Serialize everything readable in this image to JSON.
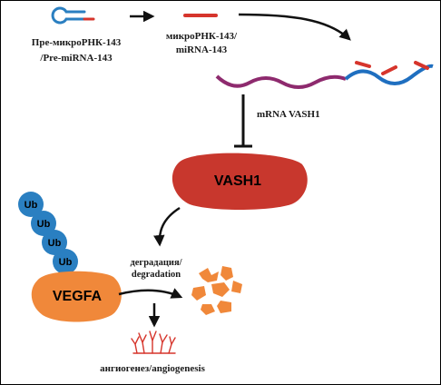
{
  "labels": {
    "pre_mirna_ru": "Пре-микроРНК-143",
    "pre_mirna_en": "/Pre-miRNA-143",
    "mirna_ru": "микроРНК-143/",
    "mirna_en": "miRNA-143",
    "mrna": "mRNA VASH1",
    "vash1": "VASH1",
    "vegfa": "VEGFA",
    "degradation_ru": "деградация/",
    "degradation_en": "degradation",
    "angiogenesis": "ангиогенез/angiogenesis"
  },
  "ubiquitin": [
    "Ub",
    "Ub",
    "Ub",
    "Ub"
  ],
  "colors": {
    "hairpin": "#2a7fc1",
    "mirna": "#d6352c",
    "mrna_purple": "#8e2a6e",
    "mrna_blue": "#1f6fc0",
    "vash1": "#c8372d",
    "vegfa": "#f0883a",
    "ub": "#2a7fc1",
    "fragments": "#f0883a",
    "vessels": "#d6352c"
  }
}
